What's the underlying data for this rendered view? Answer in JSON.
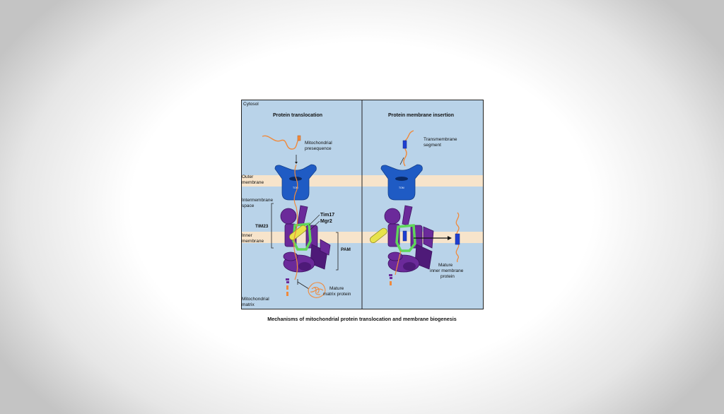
{
  "figure": {
    "region_labels": {
      "cytosol": "Cytosol",
      "outer_membrane": [
        "Outer",
        "membrane"
      ],
      "intermembrane_space": [
        "Intermembrane",
        "space"
      ],
      "inner_membrane": [
        "Inner",
        "membrane"
      ],
      "mitochondrial_matrix": [
        "Mitochondrial",
        "matrix"
      ]
    },
    "left_panel": {
      "title": "Protein translocation",
      "presequence_label": [
        "Mitochondrial",
        "presequence"
      ],
      "tom_label": "TOM",
      "tim17_label": "Tim17",
      "mgr2_label": "Mgr2",
      "tim23_label": "TIM23",
      "pam_label": "PAM",
      "product_label": [
        "Mature",
        "matrix protein"
      ]
    },
    "right_panel": {
      "title": "Protein membrane insertion",
      "segment_label": [
        "Transmembrane",
        "segment"
      ],
      "tom_label": "TOM",
      "product_label": [
        "Mature",
        "inner membrane",
        "protein"
      ]
    },
    "colors": {
      "background": "#b9d3e9",
      "membrane": "#f7e4cb",
      "tom": "#1f5bc4",
      "tim": "#6b2a9a",
      "tim_dark": "#4e1a78",
      "tim17_mgr2": "#5fd65a",
      "yellow": "#e8e24a",
      "orange": "#f08a3c",
      "segment": "#1f3fd0"
    }
  },
  "caption": "Mechanisms of mitochondrial protein translocation and membrane biogenesis"
}
